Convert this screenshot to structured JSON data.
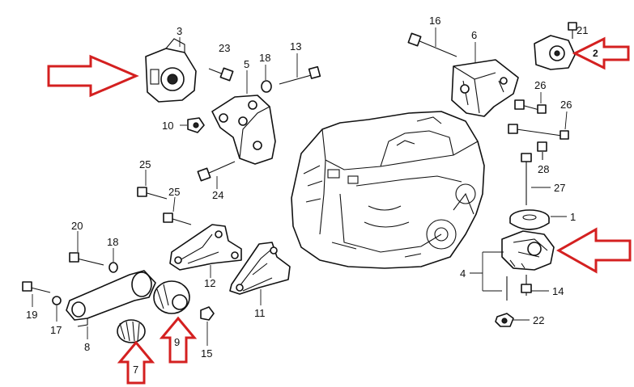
{
  "diagram": {
    "callouts": [
      {
        "id": "c1",
        "label": "1"
      },
      {
        "id": "c2",
        "label": "2"
      },
      {
        "id": "c3",
        "label": "3"
      },
      {
        "id": "c4",
        "label": "4"
      },
      {
        "id": "c5",
        "label": "5"
      },
      {
        "id": "c6",
        "label": "6"
      },
      {
        "id": "c7",
        "label": "7"
      },
      {
        "id": "c8",
        "label": "8"
      },
      {
        "id": "c9",
        "label": "9"
      },
      {
        "id": "c10",
        "label": "10"
      },
      {
        "id": "c11",
        "label": "11"
      },
      {
        "id": "c12",
        "label": "12"
      },
      {
        "id": "c13",
        "label": "13"
      },
      {
        "id": "c14",
        "label": "14"
      },
      {
        "id": "c15",
        "label": "15"
      },
      {
        "id": "c16",
        "label": "16"
      },
      {
        "id": "c17",
        "label": "17"
      },
      {
        "id": "c18a",
        "label": "18"
      },
      {
        "id": "c18b",
        "label": "18"
      },
      {
        "id": "c19",
        "label": "19"
      },
      {
        "id": "c20",
        "label": "20"
      },
      {
        "id": "c21",
        "label": "21"
      },
      {
        "id": "c22",
        "label": "22"
      },
      {
        "id": "c23",
        "label": "23"
      },
      {
        "id": "c24",
        "label": "24"
      },
      {
        "id": "c25a",
        "label": "25"
      },
      {
        "id": "c25b",
        "label": "25"
      },
      {
        "id": "c26a",
        "label": "26"
      },
      {
        "id": "c26b",
        "label": "26"
      },
      {
        "id": "c27",
        "label": "27"
      },
      {
        "id": "c28",
        "label": "28"
      }
    ],
    "colors": {
      "arrow_outline": "#d42020",
      "highlight_marker": "#3bd43b",
      "line": "#111111",
      "background": "#ffffff"
    }
  }
}
